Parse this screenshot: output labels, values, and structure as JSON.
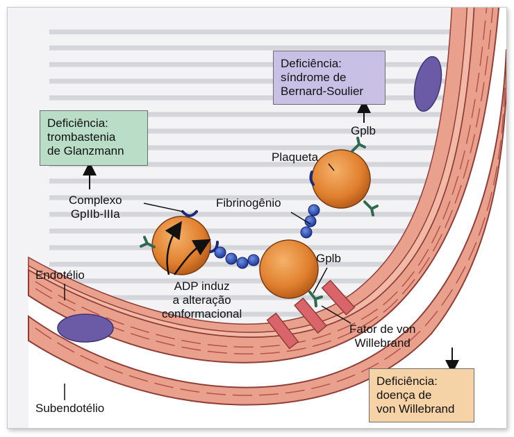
{
  "boxes": {
    "bernard": {
      "line1": "Deficiência:",
      "line2": "síndrome de",
      "line3": "Bernard-Soulier"
    },
    "glanzmann": {
      "line1": "Deficiência:",
      "line2": "trombastenia",
      "line3": "de Glanzmann"
    },
    "vonwillebrand": {
      "line1": "Deficiência:",
      "line2": "doença de",
      "line3": "von Willebrand"
    }
  },
  "labels": {
    "gplb_top": "Gplb",
    "plaqueta": "Plaqueta",
    "fibrinogenio": "Fibrinogênio",
    "complexo_line1": "Complexo",
    "complexo_line2": "GpIIb-IIIa",
    "gplb_mid": "Gplb",
    "endotelio": "Endotélio",
    "adp_line1": "ADP induz",
    "adp_line2": "a alteração",
    "adp_line3": "conformacional",
    "fator_line1": "Fator de von",
    "fator_line2": "Willebrand",
    "subendotelio": "Subendotélio"
  },
  "colors": {
    "vessel_wall": "#e9a08c",
    "vessel_stripe": "#b5524a",
    "nucleus": "#6b5aa6",
    "platelet": "#e07f2e",
    "receptor": "#2d6a4f",
    "fibrinogen": "#2f4fb0",
    "vwf": "#d9646a",
    "box_purple": "#c9c0e6",
    "box_green": "#b9ddc7",
    "box_peach": "#f6d3a6"
  }
}
